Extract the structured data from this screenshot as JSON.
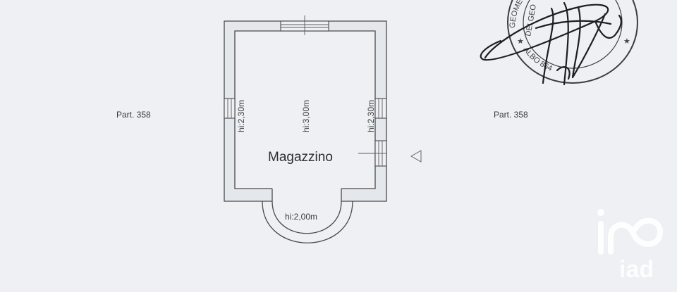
{
  "labels": {
    "parcel_left": "Part. 358",
    "parcel_right": "Part. 358",
    "room_name": "Magazzino",
    "height_left": "hi:2,30m",
    "height_center": "hi:3,00m",
    "height_right": "hi:2,30m",
    "height_bay": "hi:2,00m"
  },
  "stamp": {
    "ring_text_top": "GEOMETRI",
    "ring_text_bottom": "ALBO 864",
    "ring_text_left": "DEI GEO"
  },
  "watermark": {
    "brand": "iad"
  },
  "colors": {
    "paper": "#eef0f4",
    "ink": "#4a4a4a",
    "watermark": "#ffffff"
  },
  "icons": {
    "entrance_marker": "triangle-arrow-icon"
  }
}
